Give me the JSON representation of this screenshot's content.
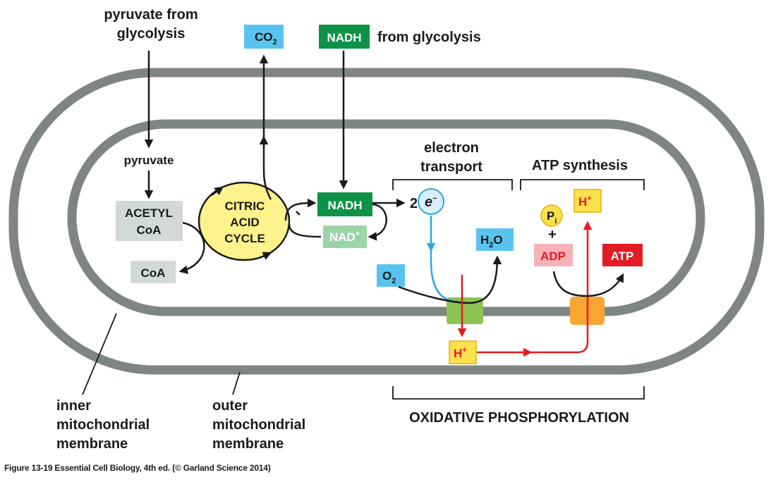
{
  "labels": {
    "pyruvate_from": "pyruvate from",
    "glycolysis": "glycolysis",
    "pyruvate": "pyruvate",
    "acetyl": "ACETYL",
    "coa_part": "CoA",
    "coa": "CoA",
    "citric": "CITRIC",
    "acid": "ACID",
    "cycle": "CYCLE",
    "co": "CO",
    "co_sub": "2",
    "nadh_top": "NADH",
    "from_glycolysis": "from glycolysis",
    "nadh_mid": "NADH",
    "nad": "NAD",
    "nad_sup": "+",
    "electron": "electron",
    "transport": "transport",
    "atp_synthesis": "ATP synthesis",
    "two": "2",
    "e": "e",
    "e_sup": "−",
    "h": "H",
    "h_sup": "+",
    "h2o_h": "H",
    "h2o_sub": "2",
    "h2o_o": "O",
    "o": "O",
    "o_sub": "2",
    "p": "P",
    "p_sub": "i",
    "plus": "+",
    "adp": "ADP",
    "atp": "ATP",
    "inner_1": "inner",
    "inner_2": "mitochondrial",
    "inner_3": "membrane",
    "outer_1": "outer",
    "outer_2": "mitochondrial",
    "outer_3": "membrane",
    "oxphos": "OXIDATIVE PHOSPHORYLATION"
  },
  "caption": "Figure 13-19  Essential Cell Biology, 4th ed. (© Garland Science 2014)",
  "colors": {
    "membrane": "#7f8583",
    "arrow": "#1a1a1a",
    "blue_box": "#58c3ee",
    "green_box": "#0e9248",
    "light_green_box": "#9ad4a7",
    "grey_box": "#d3d9d5",
    "yellow_cycle": "#fdf28b",
    "yellow_box": "#fde04d",
    "red": "#e31b23",
    "pink_box": "#f7b2b8",
    "electron_blue": "#29a7e0",
    "transporter_green": "#8dc453",
    "synthase_orange": "#f8a531"
  }
}
